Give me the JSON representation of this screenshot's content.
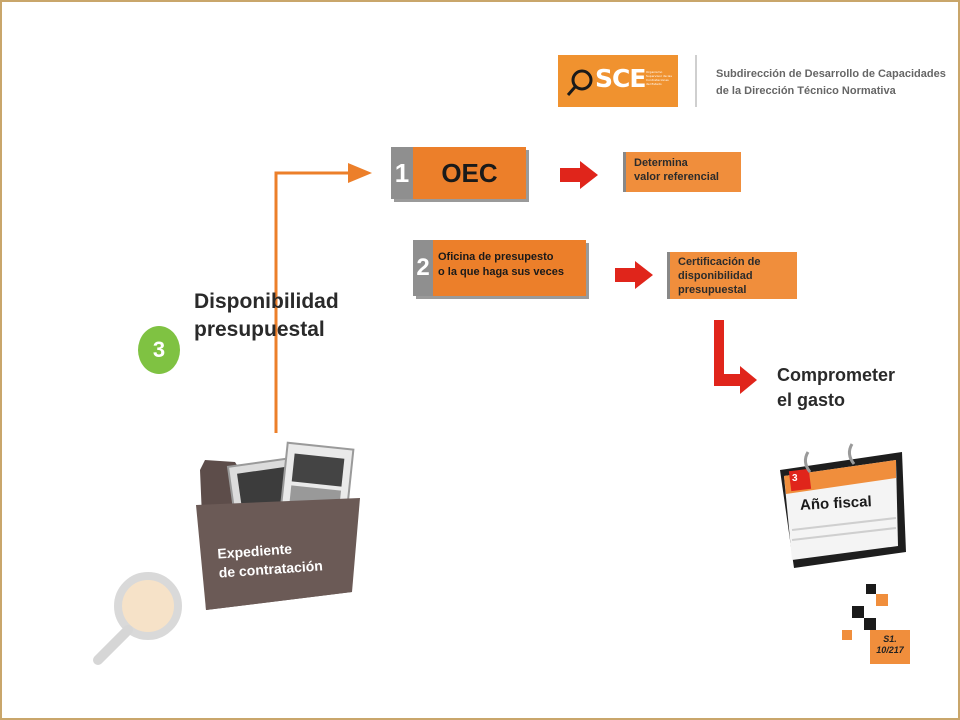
{
  "header": {
    "logo_text": "SCE",
    "logo_small": "Organismo Supervisor de las Contrataciones del Estado",
    "org_line1": "Subdirección de Desarrollo de Capacidades",
    "org_line2": "de la Dirección Técnico Normativa"
  },
  "step": {
    "number": "3",
    "title_line1": "Disponibilidad",
    "title_line2": "presupuestal"
  },
  "flow": {
    "block1_number": "1",
    "block1_label": "OEC",
    "block1_result_line1": "Determina",
    "block1_result_line2": "valor referencial",
    "block2_number": "2",
    "block2_label_line1": "Oficina de presupesto",
    "block2_label_line2": "o la que haga sus veces",
    "block2_result_line1": "Certificación de",
    "block2_result_line2": "disponibilidad",
    "block2_result_line3": "presupuestal",
    "final_line1": "Comprometer",
    "final_line2": "el gasto"
  },
  "folder": {
    "label_line1": "Expediente",
    "label_line2": "de contratación"
  },
  "calendar": {
    "label": "Año fiscal",
    "number": "3"
  },
  "slide": {
    "id_line1": "S1.",
    "id_line2": "10/217"
  },
  "colors": {
    "orange": "#ec7f2a",
    "red_arrow": "#e0251b",
    "green": "#7fc242",
    "gray": "#8f8f8f",
    "folder": "#6b5a56"
  }
}
